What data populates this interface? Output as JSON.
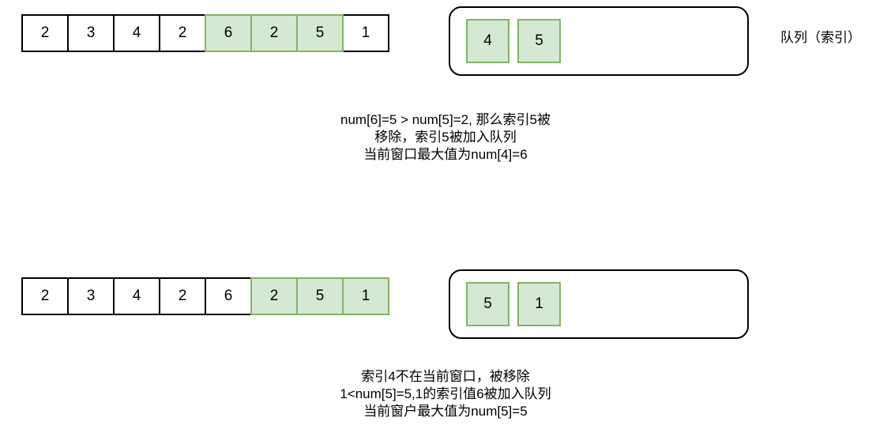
{
  "figure": {
    "title_label": "队列（索引）",
    "palette": {
      "highlight_fill": "#d5e8d4",
      "highlight_stroke": "#82b366",
      "cell_fill": "#ffffff",
      "cell_stroke": "#000000",
      "text": "#000000"
    }
  },
  "steps": [
    {
      "array": {
        "cells": [
          {
            "value": "2",
            "highlighted": false
          },
          {
            "value": "3",
            "highlighted": false
          },
          {
            "value": "4",
            "highlighted": false
          },
          {
            "value": "2",
            "highlighted": false
          },
          {
            "value": "6",
            "highlighted": true
          },
          {
            "value": "2",
            "highlighted": true
          },
          {
            "value": "5",
            "highlighted": true
          },
          {
            "value": "1",
            "highlighted": false
          }
        ]
      },
      "queue": {
        "items": [
          {
            "value": "4"
          },
          {
            "value": "5"
          }
        ]
      },
      "caption_lines": [
        "num[6]=5  > num[5]=2, 那么索引5被",
        "移除，索引5被加入队列",
        "当前窗口最大值为num[4]=6"
      ]
    },
    {
      "array": {
        "cells": [
          {
            "value": "2",
            "highlighted": false
          },
          {
            "value": "3",
            "highlighted": false
          },
          {
            "value": "4",
            "highlighted": false
          },
          {
            "value": "2",
            "highlighted": false
          },
          {
            "value": "6",
            "highlighted": false
          },
          {
            "value": "2",
            "highlighted": true
          },
          {
            "value": "5",
            "highlighted": true
          },
          {
            "value": "1",
            "highlighted": true
          }
        ]
      },
      "queue": {
        "items": [
          {
            "value": "5"
          },
          {
            "value": "1"
          }
        ]
      },
      "caption_lines": [
        "索引4不在当前窗口，被移除",
        "1<num[5]=5,1的索引值6被加入队列",
        "当前窗户最大值为num[5]=5"
      ]
    }
  ]
}
